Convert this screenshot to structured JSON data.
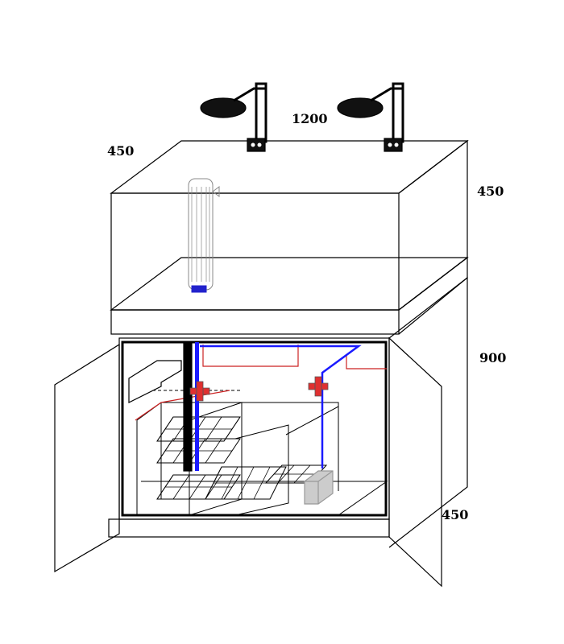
{
  "dimensions": {
    "tank_length": "1200",
    "tank_depth": "450",
    "tank_height": "450",
    "cabinet_height": "900",
    "cabinet_depth": "450"
  },
  "colors": {
    "outline": "#000000",
    "return_pipe": "#1a1aff",
    "drain_pipe": "#000000",
    "overflow_lines": "#cc2222",
    "valve": "#e03030",
    "pump": "#cccccc",
    "skimmer": "#888888"
  },
  "icons": {
    "light": "pendant-light-icon",
    "valve": "ball-valve-icon",
    "heater": "tube-heater-icon",
    "pump": "return-pump-icon"
  }
}
